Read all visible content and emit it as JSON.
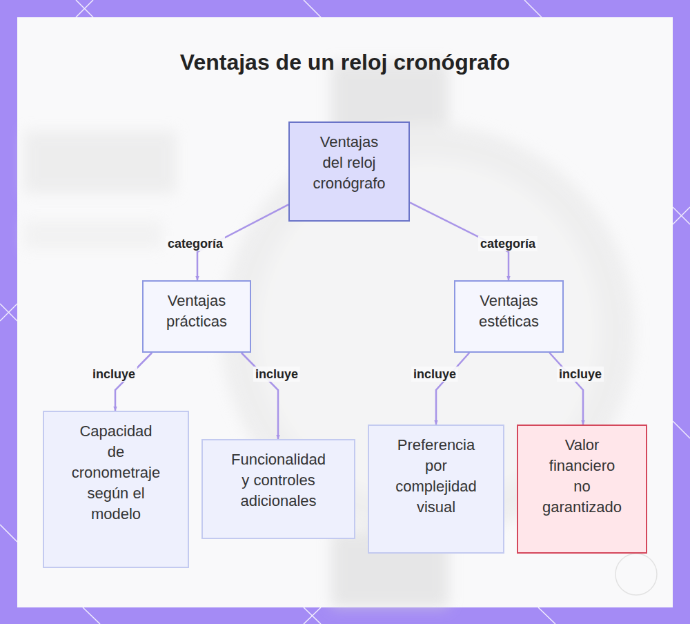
{
  "diagram": {
    "title": "Ventajas de un reloj cronógrafo",
    "nodes": [
      {
        "text": [
          "Ventajas del reloj cronógrafo"
        ]
      },
      {
        "text": [
          "Ventajas prácticas"
        ]
      },
      {
        "text": [
          "Ventajas estéticas"
        ]
      },
      {
        "text": [
          "Capacidad de cronometraje según el modelo"
        ]
      },
      {
        "text": [
          "Funcionalidad y controles adicionales"
        ]
      },
      {
        "text": [
          "Preferencia por complejidad visual"
        ]
      },
      {
        "text": [
          "Valor financiero no garantizado"
        ]
      }
    ],
    "edges": [
      {
        "from": 0,
        "to": 1,
        "label": "categoría",
        "arrow": "to"
      },
      {
        "from": 0,
        "to": 2,
        "label": "categoría",
        "arrow": "to"
      },
      {
        "from": 1,
        "to": 3,
        "label": "incluye",
        "arrow": "to"
      },
      {
        "from": 1,
        "to": 4,
        "label": "incluye",
        "arrow": "to"
      },
      {
        "from": 2,
        "to": 5,
        "label": "incluye",
        "arrow": "to"
      },
      {
        "from": 2,
        "to": 6,
        "label": "incluye",
        "arrow": "to"
      }
    ]
  }
}
